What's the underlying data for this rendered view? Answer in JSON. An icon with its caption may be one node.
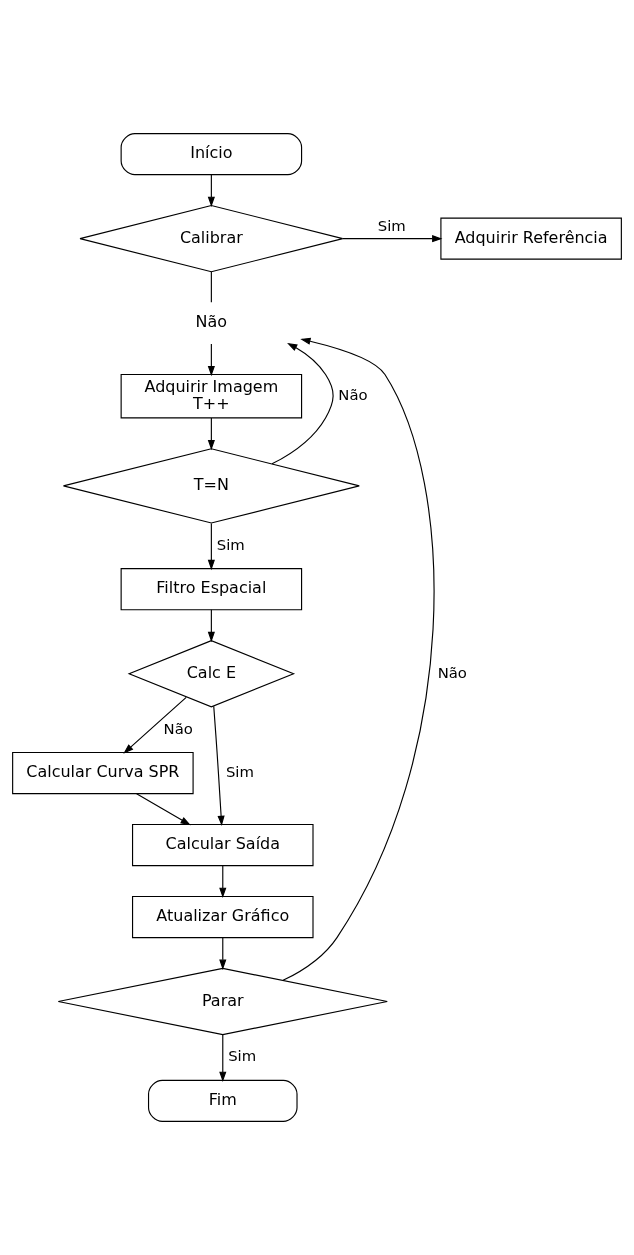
{
  "diagram": {
    "nodes": [
      {
        "text": [
          "Início"
        ]
      },
      {
        "text": [
          "Calibrar"
        ]
      },
      {
        "text": [
          "Adquirir Referência"
        ]
      },
      {
        "text": [
          "Não"
        ]
      },
      {
        "text": [
          "Adquirir Imagem",
          "T++"
        ]
      },
      {
        "text": [
          "T=N"
        ]
      },
      {
        "text": [
          "Filtro Espacial"
        ]
      },
      {
        "text": [
          "Calc E"
        ]
      },
      {
        "text": [
          "Calcular Curva SPR"
        ]
      },
      {
        "text": [
          "Calcular Saída"
        ]
      },
      {
        "text": [
          "Atualizar Gráfico"
        ]
      },
      {
        "text": [
          "Parar"
        ]
      },
      {
        "text": [
          "Fim"
        ]
      }
    ],
    "edges": [
      {
        "from": 0,
        "to": 1,
        "arrow": "to"
      },
      {
        "from": 1,
        "to": 2,
        "label": "Sim",
        "arrow": "to"
      },
      {
        "from": 1,
        "to": 3,
        "arrow": "none"
      },
      {
        "from": 3,
        "to": 4,
        "arrow": "to"
      },
      {
        "from": 4,
        "to": 5,
        "arrow": "to"
      },
      {
        "from": 5,
        "to": 3,
        "label": "Não",
        "arrow": "to"
      },
      {
        "from": 5,
        "to": 6,
        "label": "Sim",
        "arrow": "to"
      },
      {
        "from": 6,
        "to": 7,
        "arrow": "to"
      },
      {
        "from": 7,
        "to": 8,
        "label": "Não",
        "arrow": "to"
      },
      {
        "from": 7,
        "to": 9,
        "label": "Sim",
        "arrow": "to"
      },
      {
        "from": 8,
        "to": 9,
        "arrow": "to"
      },
      {
        "from": 9,
        "to": 10,
        "arrow": "to"
      },
      {
        "from": 10,
        "to": 11,
        "arrow": "to"
      },
      {
        "from": 11,
        "to": 3,
        "label": "Não",
        "arrow": "to"
      },
      {
        "from": 11,
        "to": 12,
        "label": "Sim",
        "arrow": "to"
      }
    ]
  }
}
